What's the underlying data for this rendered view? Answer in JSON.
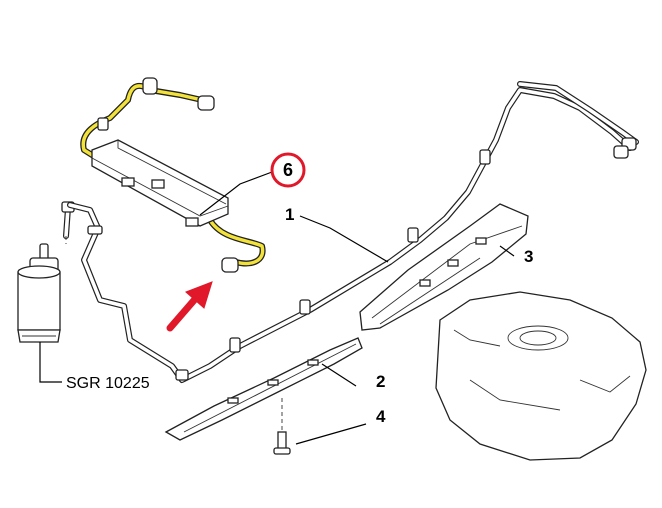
{
  "callouts": [
    {
      "id": "c1",
      "text": "1"
    },
    {
      "id": "c2",
      "text": "2"
    },
    {
      "id": "c3",
      "text": "3"
    },
    {
      "id": "c4",
      "text": "4"
    },
    {
      "id": "c6",
      "text": "6"
    }
  ],
  "filter_code": "SGR 10225",
  "colors": {
    "highlight_pipe": "#f3e23a",
    "callout_ring": "#e0182a",
    "arrow": "#e0182a"
  }
}
